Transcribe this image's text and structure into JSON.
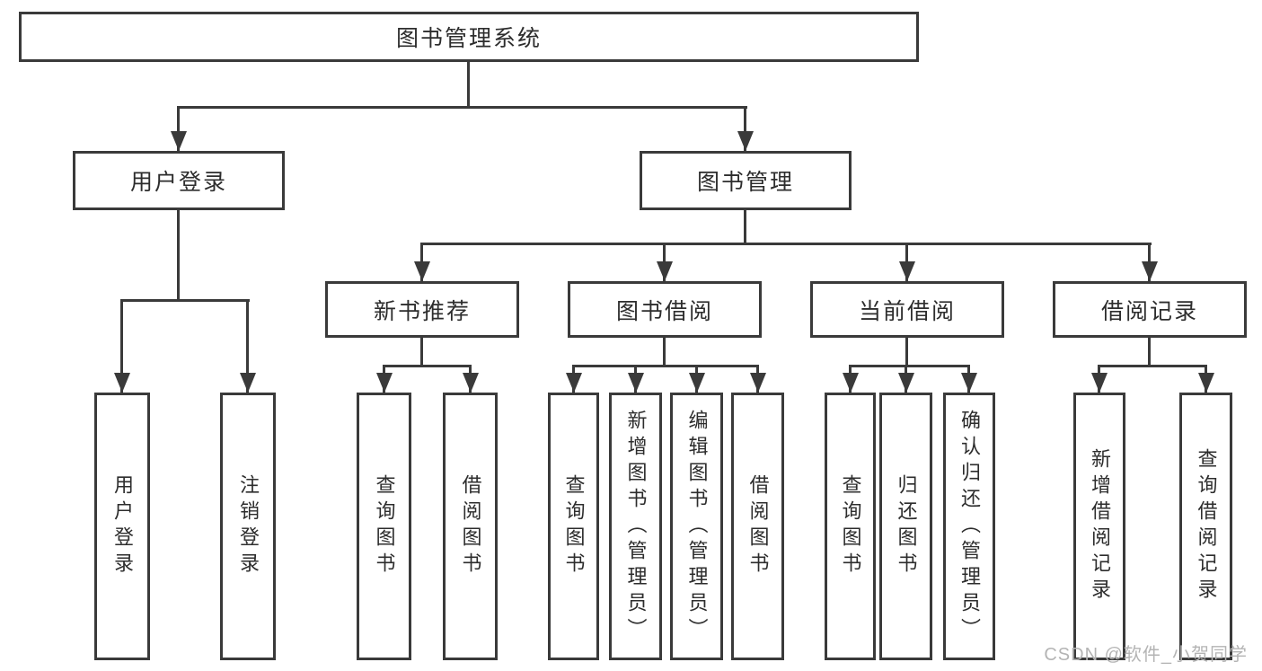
{
  "tree": {
    "root": "图书管理系统",
    "branches": [
      {
        "label": "用户登录",
        "children": [
          "用户登录",
          "注销登录"
        ]
      },
      {
        "label": "图书管理",
        "groups": [
          {
            "label": "新书推荐",
            "children": [
              "查询图书",
              "借阅图书"
            ]
          },
          {
            "label": "图书借阅",
            "children": [
              "查询图书",
              "新增图书（管理员）",
              "编辑图书（管理员）",
              "借阅图书"
            ]
          },
          {
            "label": "当前借阅",
            "children": [
              "查询图书",
              "归还图书",
              "确认归还（管理员）"
            ]
          },
          {
            "label": "借阅记录",
            "children": [
              "新增借阅记录",
              "查询借阅记录"
            ]
          }
        ]
      }
    ]
  },
  "watermark": {
    "text": "CSDN @软件_小贺同学"
  },
  "colors": {
    "line": "#3a3a3a",
    "text": "#2d2d2d",
    "background": "#ffffff",
    "watermark": "#b4b4b4"
  }
}
